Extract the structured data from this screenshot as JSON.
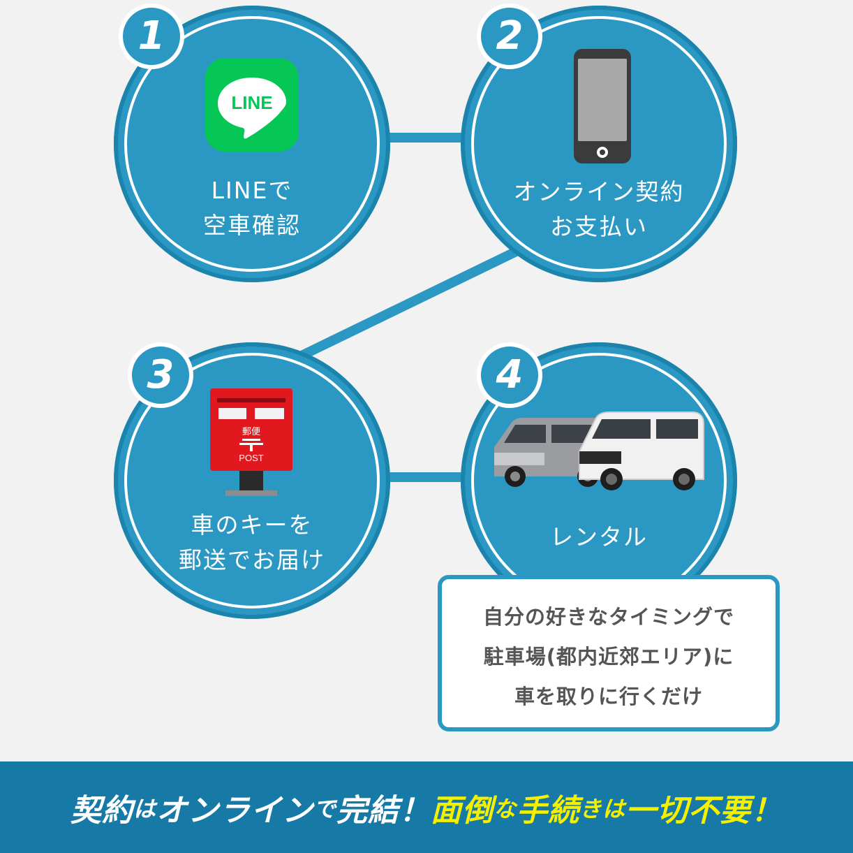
{
  "steps": [
    {
      "number": "1",
      "label_line1": "LINEで",
      "label_line2": "空車確認",
      "icon": "line-app-icon",
      "icon_text": "LINE"
    },
    {
      "number": "2",
      "label_line1": "オンライン契約",
      "label_line2": "お支払い",
      "icon": "smartphone-icon"
    },
    {
      "number": "3",
      "label_line1": "車のキーを",
      "label_line2": "郵送でお届け",
      "icon": "post-box-icon",
      "icon_text_top": "郵便",
      "icon_text_bottom": "POST"
    },
    {
      "number": "4",
      "label_line1": "レンタル",
      "icon": "cars-icon"
    }
  ],
  "note": {
    "line1": "自分の好きなタイミングで",
    "line2": "駐車場(都内近郊エリア)に",
    "line3": "車を取りに行くだけ"
  },
  "banner": {
    "part1": "契約",
    "part2": "は",
    "part3": "オンライン",
    "part4": "で",
    "part5": "完結！",
    "part6": "面倒",
    "part7": "な",
    "part8": "手続",
    "part9": "き",
    "part10": "は",
    "part11": "一切不要！"
  },
  "colors": {
    "circle": "#2b98c3",
    "banner": "#1679a6",
    "highlight": "#f5f000",
    "line_green": "#06c755",
    "post_red": "#e1191f"
  }
}
